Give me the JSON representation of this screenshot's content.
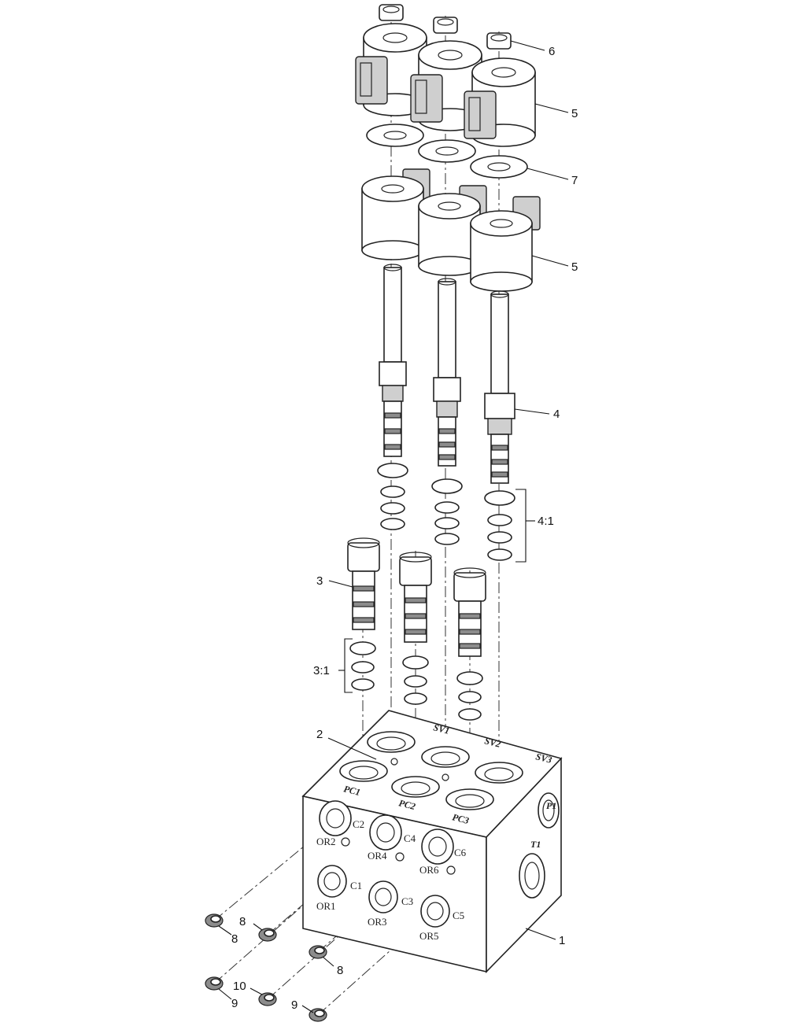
{
  "callouts": {
    "c1": "1",
    "c2": "2",
    "c3": "3",
    "c3_1": "3:1",
    "c4": "4",
    "c4_1": "4:1",
    "c5_top": "5",
    "c5_mid": "5",
    "c6": "6",
    "c7": "7",
    "c8_a": "8",
    "c8_b": "8",
    "c8_c": "8",
    "c9_a": "9",
    "c9_b": "9",
    "c10": "10"
  },
  "ports": {
    "sv1": "SV1",
    "sv2": "SV2",
    "sv3": "SV3",
    "pc1": "PC1",
    "pc2": "PC2",
    "pc3": "PC3",
    "p1": "P1",
    "t1": "T1",
    "c1": "C1",
    "c2": "C2",
    "c3": "C3",
    "c4": "C4",
    "c5": "C5",
    "c6": "C6",
    "or1": "OR1",
    "or2": "OR2",
    "or3": "OR3",
    "or4": "OR4",
    "or5": "OR5",
    "or6": "OR6"
  }
}
